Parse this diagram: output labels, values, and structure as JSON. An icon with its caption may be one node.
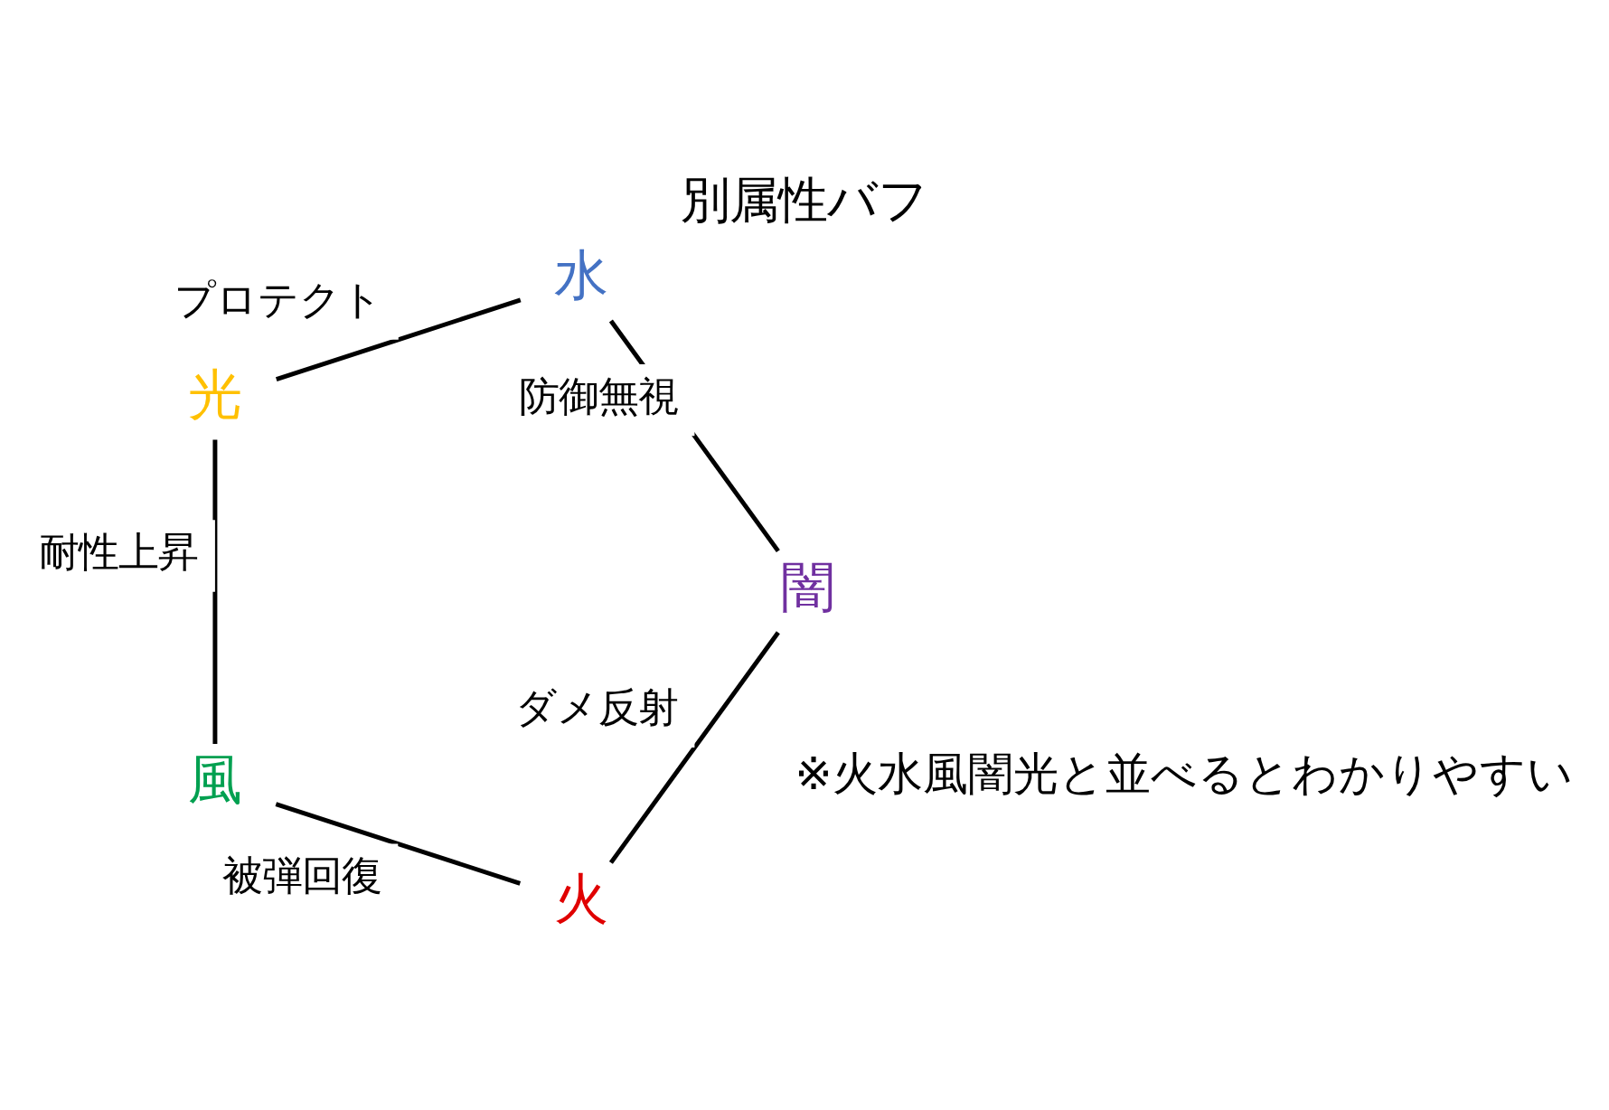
{
  "diagram": {
    "title": "別属性バフ",
    "nodes": [
      {
        "text": [
          "火"
        ]
      },
      {
        "text": [
          "水"
        ]
      },
      {
        "text": [
          "風"
        ]
      },
      {
        "text": [
          "闇"
        ]
      },
      {
        "text": [
          "光"
        ]
      }
    ],
    "edges": [
      {
        "from": 0,
        "to": 2,
        "arrow": "none",
        "label": "被弾回復"
      },
      {
        "from": 2,
        "to": 4,
        "arrow": "none",
        "label": "耐性上昇"
      },
      {
        "from": 4,
        "to": 1,
        "arrow": "none",
        "label": "プロテクト"
      },
      {
        "from": 1,
        "to": 3,
        "arrow": "none",
        "label": "防御無視"
      },
      {
        "from": 3,
        "to": 0,
        "arrow": "none",
        "label": "ダメ反射"
      }
    ],
    "labels": [
      "※火水風闇光と並べるとわかりやすい"
    ]
  }
}
